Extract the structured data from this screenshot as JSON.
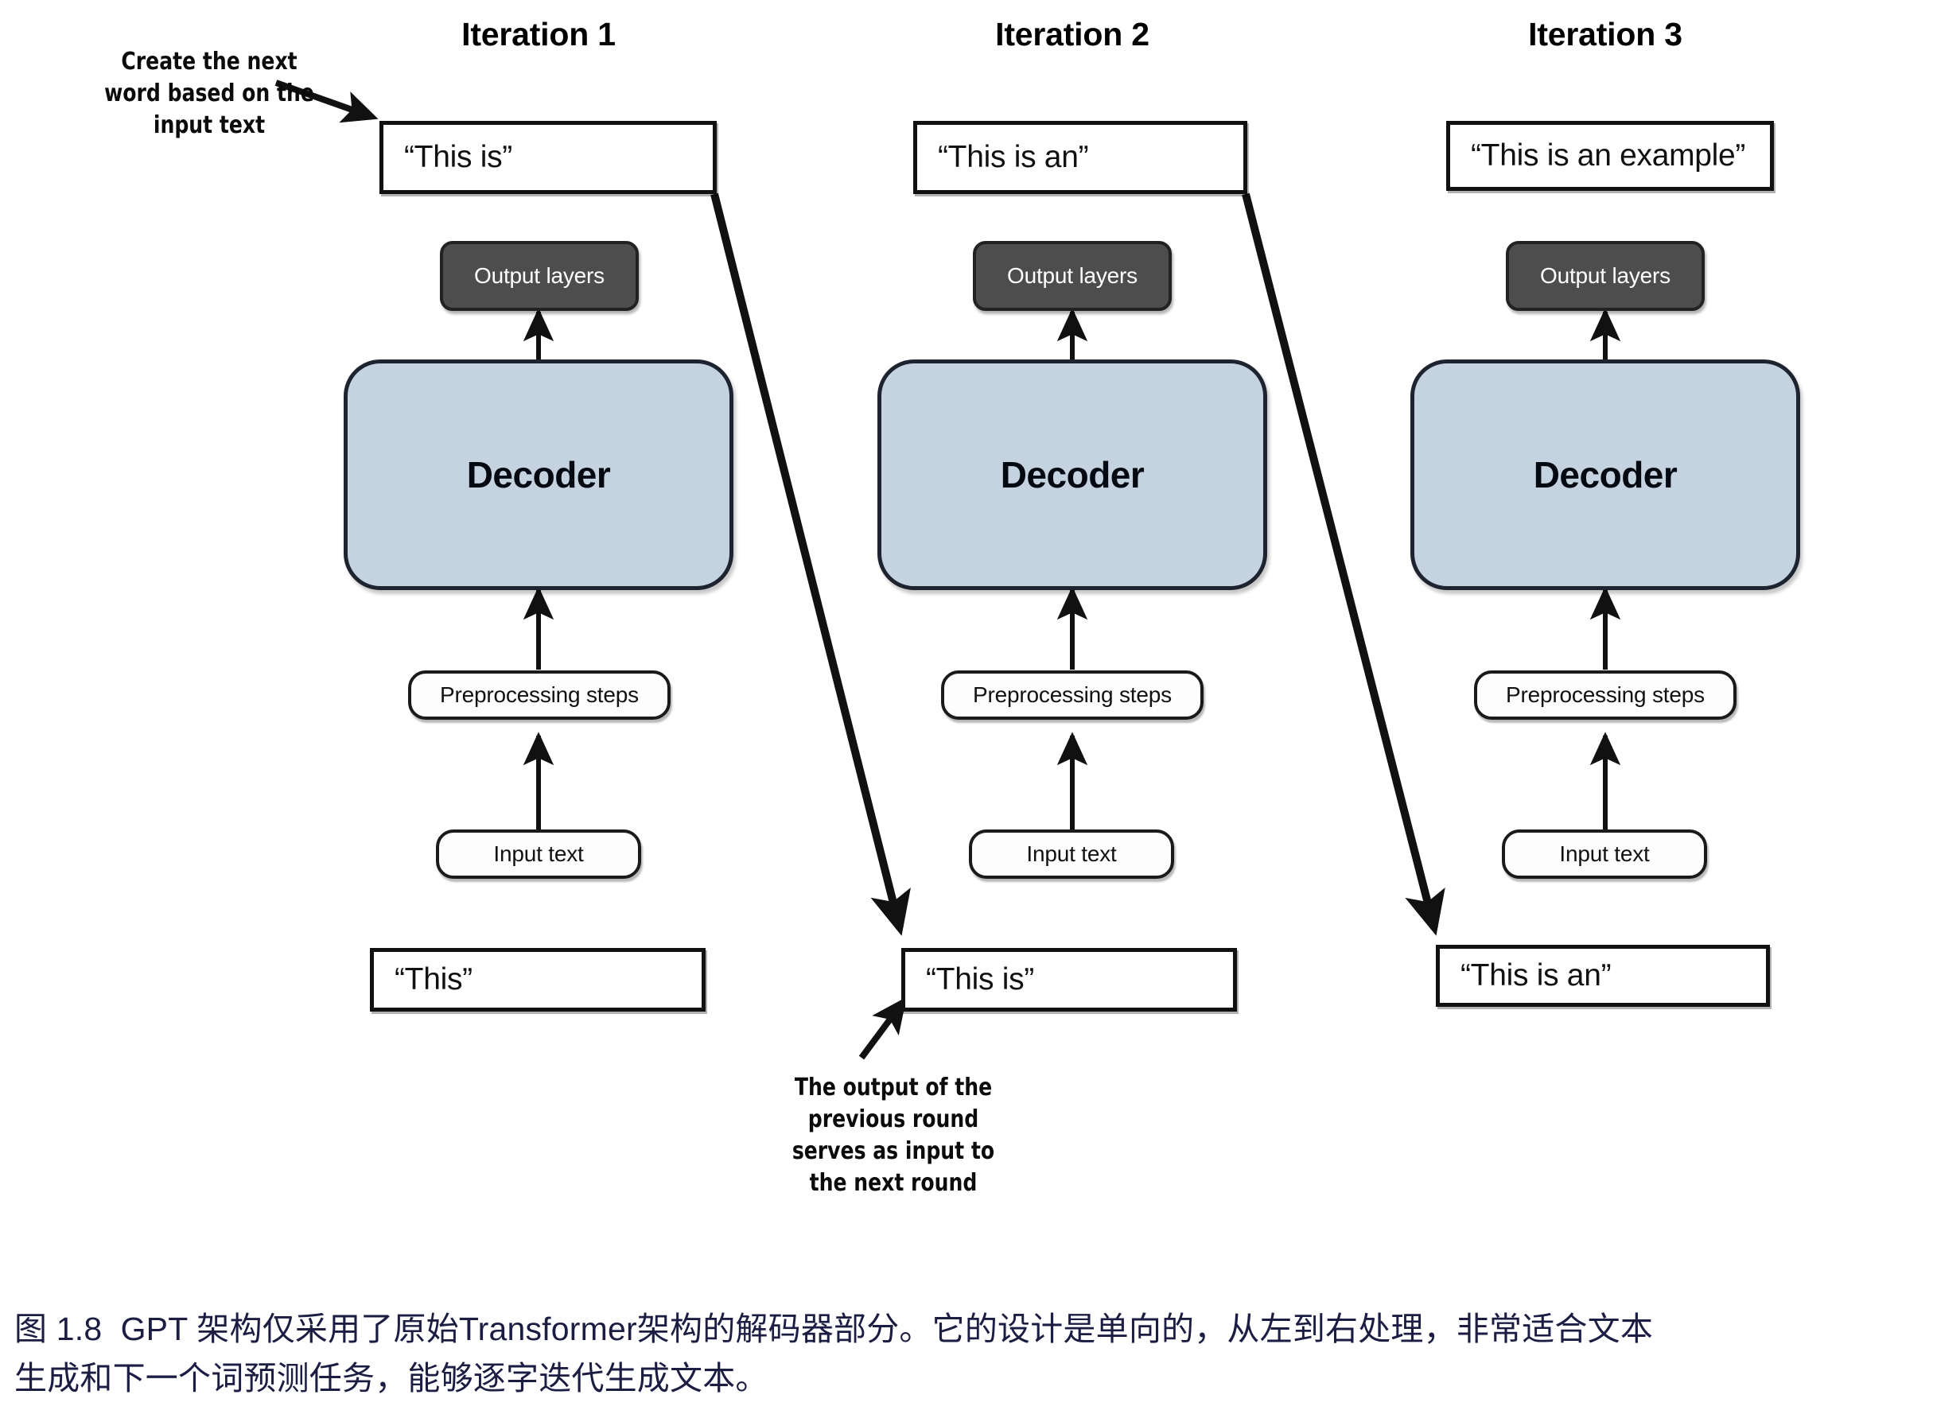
{
  "figure": {
    "columns": [
      {
        "title": "Iteration 1",
        "output_text": "“This is”",
        "output_layers": "Output layers",
        "decoder": "Decoder",
        "preprocessing": "Preprocessing steps",
        "input_node": "Input text",
        "input_text": "“This”"
      },
      {
        "title": "Iteration 2",
        "output_text": "“This is an”",
        "output_layers": "Output layers",
        "decoder": "Decoder",
        "preprocessing": "Preprocessing steps",
        "input_node": "Input text",
        "input_text": "“This is”"
      },
      {
        "title": "Iteration 3",
        "output_text": "“This is an example”",
        "output_layers": "Output layers",
        "decoder": "Decoder",
        "preprocessing": "Preprocessing steps",
        "input_node": "Input text",
        "input_text": "“This is an”"
      }
    ],
    "annotations": {
      "top_left": "Create the next\nword based on the\ninput text",
      "bottom_center": "The output of the\nprevious round\nserves as input to\nthe next round"
    },
    "caption": {
      "line1": "图 1.8  GPT 架构仅采用了原始Transformer架构的解码器部分。它的设计是单向的，从左到右处理，非常适合文本",
      "line2": "生成和下一个词预测任务，能够逐字迭代生成文本。"
    },
    "colors": {
      "decoder_fill": "#c5d2e0",
      "output_layers_fill": "#4d4d4d",
      "stroke": "#111111",
      "caption_text": "#1b1d43"
    }
  }
}
